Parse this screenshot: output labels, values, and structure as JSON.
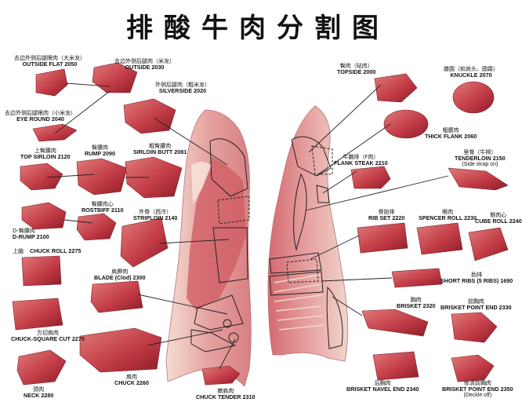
{
  "title": "排酸牛肉分割图",
  "colors": {
    "meat": "#c8404a",
    "meat_dark": "#8e1d28",
    "fat": "#f3d6cc",
    "bone": "#eadbd0",
    "line": "#222222"
  },
  "labels": {
    "outside_flat": {
      "zh": "去边外侧后腿眼肉（大米龙）",
      "en": "OUTSIDE FLAT 2050"
    },
    "outside": {
      "zh": "去边外侧后腿肉（米龙）",
      "en": "OUTSIDE 2030"
    },
    "silverside": {
      "zh": "外侧后腿肉（粗米龙）",
      "en": "SILVERSIDE 2020"
    },
    "eye_round": {
      "zh": "去边外侧后腿眼肉（小米龙）",
      "en": "EYE ROUND 2040"
    },
    "top_sirloin": {
      "zh": "上臀腰肉",
      "en": "TOP SIRLOIN 2120"
    },
    "rump": {
      "zh": "臀腰肉",
      "en": "RUMP 2090"
    },
    "sirloin_butt": {
      "zh": "粗臀腰肉",
      "en": "SIRLOIN BUTT 2081"
    },
    "rostbiff": {
      "zh": "臀腰肉心",
      "en": "ROSTBIFF 2110"
    },
    "d_rump": {
      "zh": "D-臀腰肉",
      "en": "D-RUMP 2100"
    },
    "striploin": {
      "zh": "外脊（西冷）",
      "en": "STRIPLOIN 2140"
    },
    "chuck_roll": {
      "zh": "上脑",
      "en": "CHUCK ROLL 2275"
    },
    "blade": {
      "zh": "肩胛肉",
      "en": "BLADE (Clod) 2300"
    },
    "chuck_square": {
      "zh": "方切肩肉",
      "en": "CHUCK-SQUARE CUT 2270"
    },
    "chuck": {
      "zh": "肩肉",
      "en": "CHUCK 2260"
    },
    "neck": {
      "zh": "颈肉",
      "en": "NECK 2280"
    },
    "chuck_tender": {
      "zh": "嫩肩肉",
      "en": "CHUCK TENDER 2310"
    },
    "topside": {
      "zh": "臀肉（砧肉）",
      "en": "TOPSIDE 2000"
    },
    "knuckle": {
      "zh": "膝圆（和尚头、圆霖）",
      "en": "KNUCKLE 2070"
    },
    "thick_flank": {
      "zh": "粗腹肉",
      "en": "THICK FLANK 2060"
    },
    "flank_steak": {
      "zh": "牛腩排（F肉）",
      "en": "FLANK STEAK 2210"
    },
    "tenderloin": {
      "zh": "里脊（牛柳）",
      "en": "TENDERLOIN 2150",
      "extra": "(Side strap on)"
    },
    "rib_set": {
      "zh": "脊肋排",
      "en": "RIB SET 2220"
    },
    "spencer_roll": {
      "zh": "眼肉",
      "en": "SPENCER ROLL 2230"
    },
    "cube_roll": {
      "zh": "眼肉心",
      "en": "CUBE ROLL 2240"
    },
    "short_ribs": {
      "zh": "肋排",
      "en": "SHORT RIBS (5 RIBS) 1690"
    },
    "brisket": {
      "zh": "胸肉",
      "en": "BRISKET 2320"
    },
    "brisket_point_end": {
      "zh": "前胸肉",
      "en": "BRISKET POINT END 2330"
    },
    "brisket_navel_end": {
      "zh": "后胸肉",
      "en": "BRISKET NAVEL END 2340"
    },
    "brisket_point_deckle": {
      "zh": "修清前胸肉",
      "en": "BRISKET POINT END 2350",
      "extra": "(Deckle off)"
    }
  }
}
